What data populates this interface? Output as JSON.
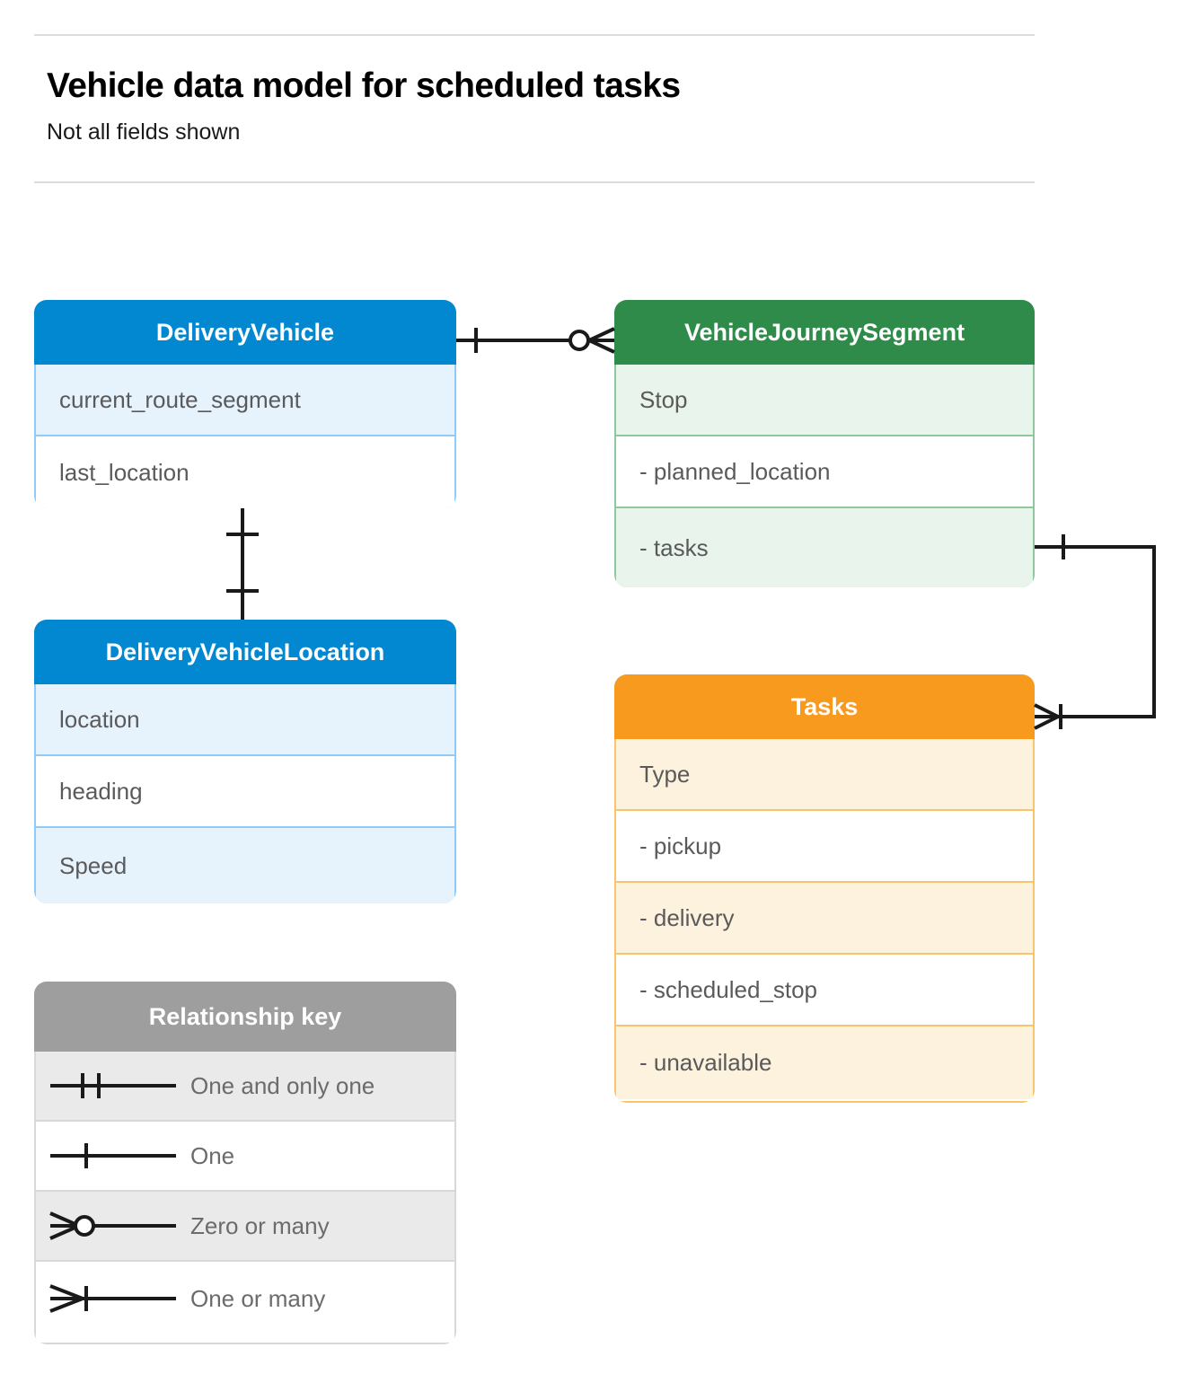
{
  "header": {
    "title": "Vehicle data model for scheduled tasks",
    "subtitle": "Not all fields shown"
  },
  "colors": {
    "blue_header": "#0288d1",
    "blue_row": "#e6f2fc",
    "blue_border": "#90caf9",
    "green_header": "#2e8b4a",
    "green_row": "#e8f4ec",
    "green_border": "#8fc79e",
    "orange_header": "#f89a1e",
    "orange_row": "#fdf2dd",
    "orange_border": "#f8c66a",
    "gray_header": "#9e9e9e",
    "gray_row": "#eaeaea",
    "gray_border": "#d8d8d8",
    "text": "#5a5a5a",
    "connector": "#1a1a1a",
    "rule": "#dcdcdc"
  },
  "entities": [
    {
      "id": "delivery-vehicle",
      "name": "DeliveryVehicle",
      "theme": "blue",
      "fields": [
        {
          "label": "current_route_segment"
        },
        {
          "label": "last_location"
        }
      ]
    },
    {
      "id": "vehicle-journey-segment",
      "name": "VehicleJourneySegment",
      "theme": "green",
      "fields": [
        {
          "label": "Stop"
        },
        {
          "label": "-  planned_location"
        },
        {
          "label": "- tasks"
        }
      ]
    },
    {
      "id": "delivery-vehicle-location",
      "name": "DeliveryVehicleLocation",
      "theme": "blue",
      "fields": [
        {
          "label": "location"
        },
        {
          "label": "heading"
        },
        {
          "label": "Speed"
        }
      ]
    },
    {
      "id": "tasks",
      "name": "Tasks",
      "theme": "orange",
      "fields": [
        {
          "label": "Type"
        },
        {
          "label": "-  pickup"
        },
        {
          "label": "-  delivery"
        },
        {
          "label": "-  scheduled_stop"
        },
        {
          "label": "-  unavailable"
        }
      ]
    }
  ],
  "relationship_key": {
    "title": "Relationship key",
    "rows": [
      {
        "symbol": "one-and-only-one",
        "label": "One and only one"
      },
      {
        "symbol": "one",
        "label": "One"
      },
      {
        "symbol": "zero-or-many",
        "label": "Zero or many"
      },
      {
        "symbol": "one-or-many",
        "label": "One or many"
      }
    ]
  },
  "relationships": [
    {
      "id": "deliveryvehicle-to-journeysegment",
      "from": "DeliveryVehicle",
      "to": "VehicleJourneySegment",
      "from_cardinality": "One",
      "to_cardinality": "Zero or many"
    },
    {
      "id": "deliveryvehicle-to-location",
      "from": "DeliveryVehicle",
      "to": "DeliveryVehicleLocation",
      "from_cardinality": "One",
      "to_cardinality": "One"
    },
    {
      "id": "journeysegment-tasks-to-tasks",
      "from": "VehicleJourneySegment.tasks",
      "to": "Tasks",
      "from_cardinality": "One",
      "to_cardinality": "One or many"
    }
  ]
}
